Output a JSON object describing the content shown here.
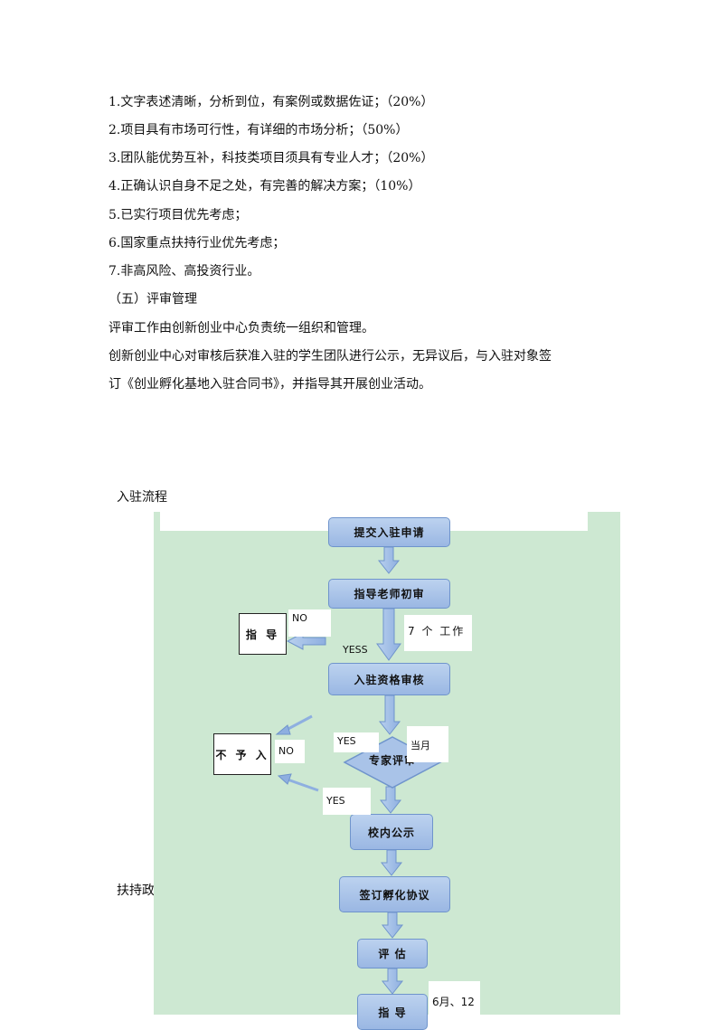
{
  "criteria": [
    "1.文字表述清晰，分析到位，有案例或数据佐证；（20%）",
    "2.项目具有市场可行性，有详细的市场分析；（50%）",
    "3.团队能优势互补，科技类项目须具有专业人才；（20%）",
    "4.正确认识自身不足之处，有完善的解决方案；（10%）",
    "5.已实行项目优先考虑；",
    "6.国家重点扶持行业优先考虑；",
    "7.非高风险、高投资行业。"
  ],
  "section_heading": "（五）评审管理",
  "paragraphs": [
    "评审工作由创新创业中心负责统一组织和管理。",
    "创新创业中心对审核后获准入驻的学生团队进行公示，无异议后，与入驻对象签",
    "订《创业孵化基地入驻合同书》，并指导其开展创业活动。"
  ],
  "flow_title": "入驻流程",
  "partial_heading": "扶持政",
  "flow": {
    "steps": [
      "提交入驻申请",
      "指导老师初审",
      "入驻资格审核",
      "校内公示",
      "签订孵化协议",
      "评 估",
      "指 导"
    ],
    "decision": "专家评审",
    "reject_box_1": "指 导",
    "reject_box_2": "不 予 入",
    "notes": {
      "no_1": "NO",
      "yess": "YESS",
      "seven_days": "7 个 工作",
      "yes_1": "YES",
      "dangyue": "当月",
      "no_2": "NO",
      "yes_2": "YES",
      "six_twelve": "6月、12"
    }
  },
  "colors": {
    "flow_background": "#cde8d2",
    "box_fill": "#a9c3e8",
    "box_border": "#6f94cc"
  }
}
